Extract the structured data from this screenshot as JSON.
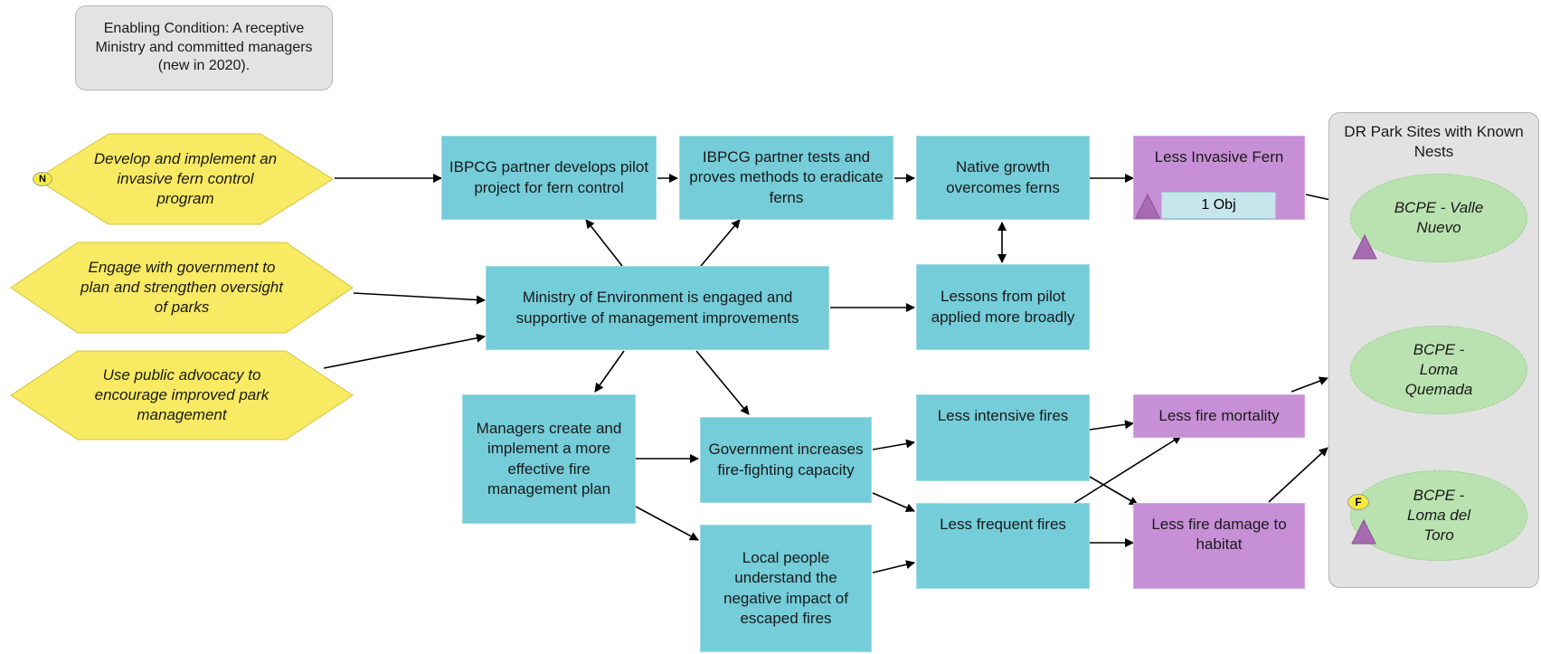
{
  "enabling_condition": "Enabling Condition: A receptive Ministry and committed managers (new in 2020).",
  "strategies": [
    {
      "label": "Develop and implement an invasive fern control program",
      "tag": "N"
    },
    {
      "label": "Engage with government to plan and strengthen oversight of parks"
    },
    {
      "label": "Use public advocacy to encourage improved park management"
    }
  ],
  "results": {
    "r1": "IBPCG partner develops pilot project for fern control",
    "r2": "IBPCG partner tests and proves methods to eradicate ferns",
    "r3": "Native growth overcomes ferns",
    "r4": "Ministry of Environment is engaged and supportive of management improvements",
    "r5": "Lessons from pilot applied more broadly",
    "r6": "Managers create and implement a more effective fire management plan",
    "r7": "Government increases fire-fighting capacity",
    "r8": "Less intensive fires",
    "r9": "Less frequent fires",
    "r10": "Local people understand the negative impact of escaped fires"
  },
  "threat_reductions": {
    "t1": "Less Invasive Fern",
    "t1_objective": "1 Obj",
    "t2": "Less fire mortality",
    "t3": "Less fire damage to habitat"
  },
  "targets": {
    "title": "DR Park Sites with Known Nests",
    "sites": [
      {
        "label": "BCPE - Valle Nuevo"
      },
      {
        "label": "BCPE - Loma Quemada"
      },
      {
        "label": "BCPE - Loma del Toro",
        "tag": "F"
      }
    ]
  },
  "colors": {
    "strategy": "#f8ea62",
    "result": "#74cdd9",
    "threat_reduction": "#c78fd6",
    "target": "#b9e2b0",
    "indicator": "#a66bb1"
  }
}
